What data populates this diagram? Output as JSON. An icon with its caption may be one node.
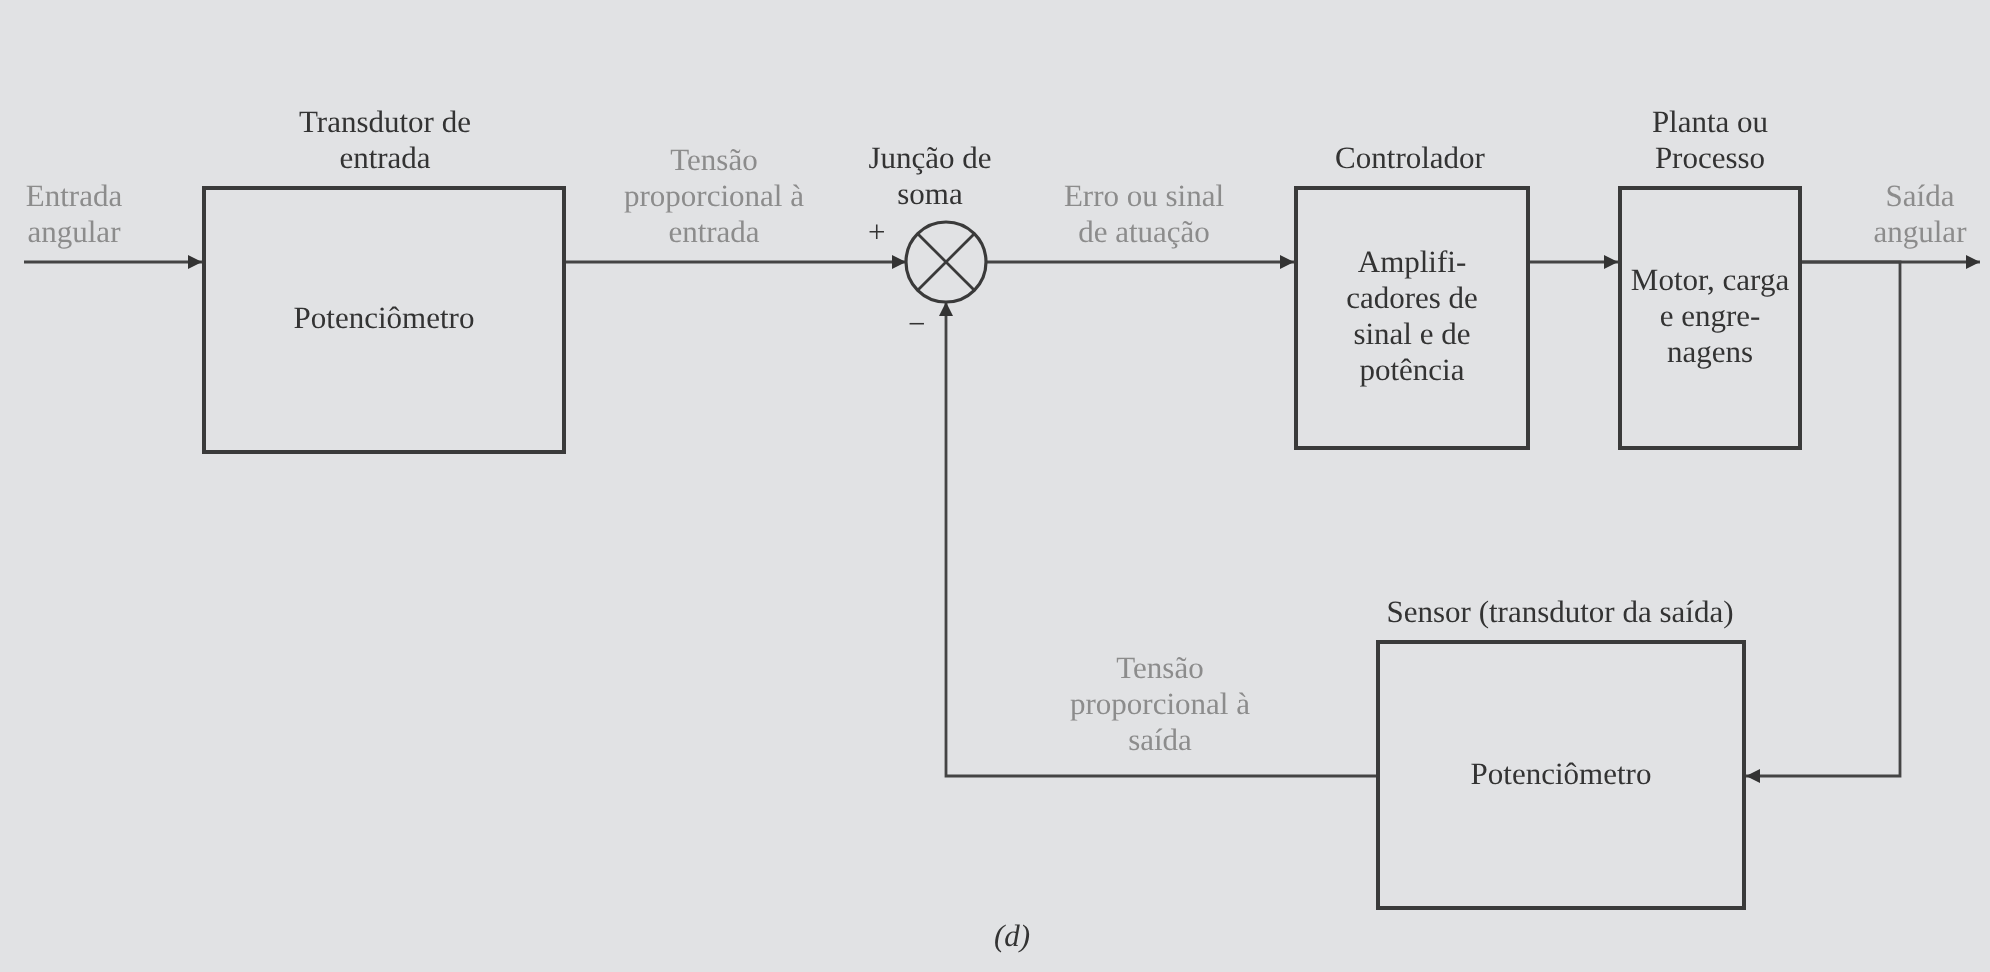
{
  "diagram": {
    "caption": "(d)",
    "nodes": [
      {
        "text": [
          "Transdutor de entrada",
          "Potenciômetro"
        ]
      },
      {
        "text": [
          "Junção de soma"
        ],
        "beside": [
          "+",
          "−"
        ]
      },
      {
        "text": [
          "Controlador",
          "Amplifi- cadores de sinal e de potência"
        ]
      },
      {
        "text": [
          "Planta ou Processo",
          "Motor, carga e engre- nagens"
        ]
      },
      {
        "text": [
          "Sensor (transdutor da saída)",
          "Potenciômetro"
        ]
      }
    ],
    "edges": [
      {
        "from": null,
        "to": 0,
        "arrow": "to",
        "label": "Entrada angular"
      },
      {
        "from": 0,
        "to": 1,
        "arrow": "to",
        "label": "Tensão proporcional à entrada"
      },
      {
        "from": 1,
        "to": 2,
        "arrow": "to",
        "label": "Erro ou sinal de atuação"
      },
      {
        "from": 2,
        "to": 3,
        "arrow": "to"
      },
      {
        "from": 3,
        "to": null,
        "arrow": "to",
        "label": "Saída angular"
      },
      {
        "from": 3,
        "to": 4,
        "arrow": "to"
      },
      {
        "from": 4,
        "to": 1,
        "arrow": "to",
        "label": "Tensão proporcional à saída"
      }
    ]
  }
}
